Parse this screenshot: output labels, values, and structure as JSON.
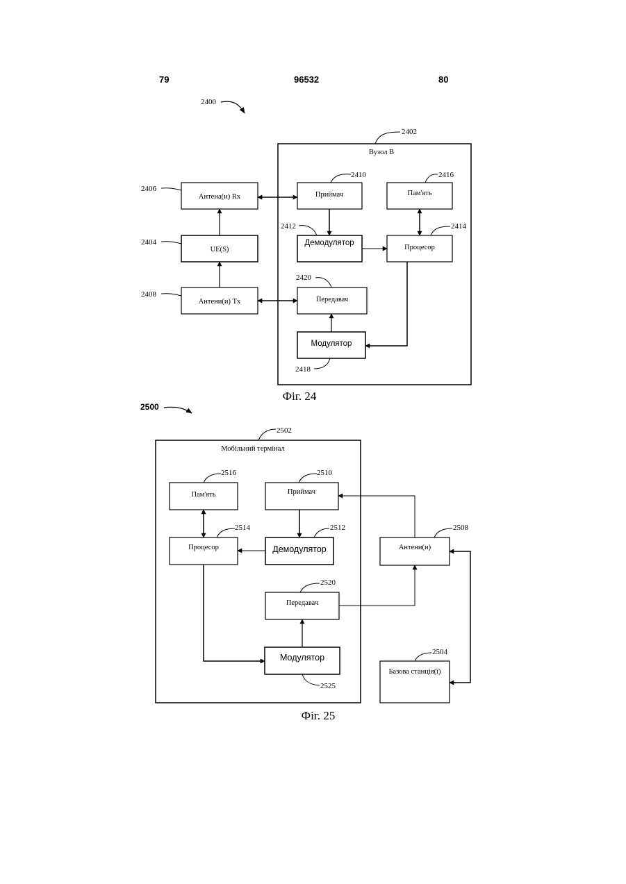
{
  "header": {
    "left_page": "79",
    "doc_number": "96532",
    "right_page": "80"
  },
  "fig24": {
    "ref": "2400",
    "node_ref": "2402",
    "node_title": "Вузол В",
    "ue": {
      "ref": "2404",
      "label": "UE(S)"
    },
    "antenna_rx": {
      "ref": "2406",
      "label": "Антена(и) Rx"
    },
    "antenna_tx": {
      "ref": "2408",
      "label": "Антени(и) Tx"
    },
    "receiver": {
      "ref": "2410",
      "label": "Приймач"
    },
    "demodulator": {
      "ref": "2412",
      "label": "Демодулятор"
    },
    "processor": {
      "ref": "2414",
      "label": "Процесор"
    },
    "memory": {
      "ref": "2416",
      "label": "Пам'ять"
    },
    "modulator": {
      "ref": "2418",
      "label": "Модулятор"
    },
    "transmitter": {
      "ref": "2420",
      "label": "Передавач"
    },
    "caption": "Фіг. 24"
  },
  "fig25": {
    "ref": "2500",
    "terminal_ref": "2502",
    "terminal_title": "Мобільний термінал",
    "base_station": {
      "ref": "2504",
      "label": "Базова станція(ї)"
    },
    "antenna": {
      "ref": "2508",
      "label": "Антени(и)"
    },
    "receiver": {
      "ref": "2510",
      "label": "Приймач"
    },
    "demodulator": {
      "ref": "2512",
      "label": "Демодулятор"
    },
    "processor": {
      "ref": "2514",
      "label": "Процесор"
    },
    "memory": {
      "ref": "2516",
      "label": "Пам'ять"
    },
    "transmitter": {
      "ref": "2520",
      "label": "Передавач"
    },
    "modulator": {
      "ref": "2525",
      "label": "Модулятор"
    },
    "caption": "Фіг. 25"
  }
}
